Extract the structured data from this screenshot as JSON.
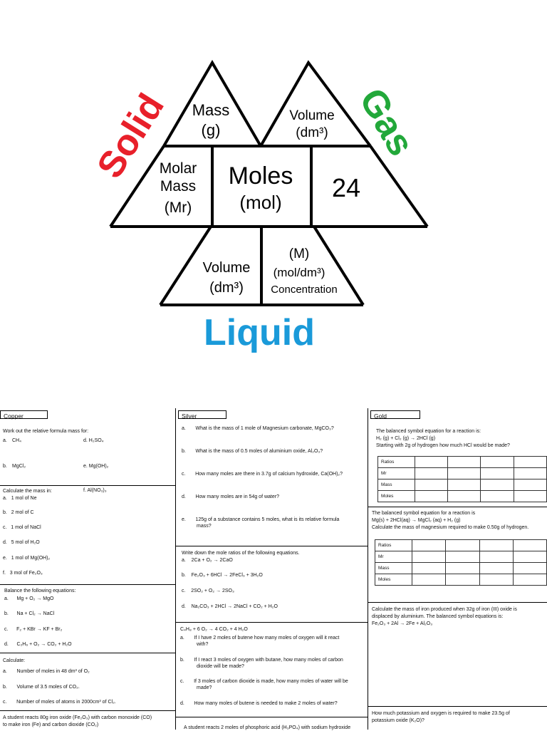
{
  "triangle": {
    "solid": "Solid",
    "gas": "Gas",
    "liquid": "Liquid",
    "mass": "Mass",
    "mass_unit": "(g)",
    "vol_gas": "Volume",
    "vol_gas_unit": "(dm³)",
    "molar1": "Molar",
    "molar2": "Mass",
    "molar3": "(Mr)",
    "moles": "Moles",
    "moles_unit": "(mol)",
    "twentyfour": "24",
    "vol_liq": "Volume",
    "vol_liq_unit": "(dm³)",
    "conc_m": "(M)",
    "conc_unit": "(mol/dm³)",
    "conc_label": "Concentration",
    "colors": {
      "solid": "#e8202a",
      "gas": "#22a83a",
      "liquid": "#1a9ad9"
    }
  },
  "copper": {
    "title": "Copper",
    "rfm_intro": "Work out the relative formula mass for:",
    "rfm": [
      {
        "letter": "a.",
        "text": "CH₄"
      },
      {
        "letter": "d.",
        "text": "H₂SO₄"
      },
      {
        "letter": "b.",
        "text": "MgCl₂"
      },
      {
        "letter": "e.",
        "text": "Mg(OH)₂"
      },
      {
        "letter": "f.",
        "text": "Al(NO₃)₃"
      }
    ],
    "mass_intro": "Calculate the mass in:",
    "mass_items": [
      {
        "letter": "a.",
        "text": "1 mol of Ne"
      },
      {
        "letter": "b.",
        "text": "2 mol of C"
      },
      {
        "letter": "c.",
        "text": "1 mol of NaCl"
      },
      {
        "letter": "d.",
        "text": "5 mol of H₂O"
      },
      {
        "letter": "e.",
        "text": "1 mol of Mg(OH)₂"
      },
      {
        "letter": "f.",
        "text": "3 mol of Fe₂O₃"
      }
    ],
    "balance_intro": "Balance the following equations:",
    "balance_items": [
      {
        "letter": "a.",
        "text": "Mg + O₂ → MgO"
      },
      {
        "letter": "b.",
        "text": "Na + Cl₂ → NaCl"
      },
      {
        "letter": "c.",
        "text": "F₂ + KBr → KF + Br₂"
      },
      {
        "letter": "d.",
        "text": "C₂H₆ + O₂ → CO₂ + H₂O"
      }
    ],
    "calc_intro": "Calculate:",
    "calc_items": [
      {
        "letter": "a.",
        "text": "Number of moles in 48 dm³ of O₂"
      },
      {
        "letter": "b.",
        "text": "Volume of 3.5 moles of CO₂."
      },
      {
        "letter": "c.",
        "text": "Number of moles of atoms in 2000cm³ of Cl₂."
      }
    ],
    "student1": "A student reacts 80g iron oxide (Fe₂O₃) with carbon monoxide (CO)",
    "student2": "to make iron (Fe) and carbon dioxide (CO₂)"
  },
  "silver": {
    "title": "Silver",
    "q": [
      {
        "letter": "a.",
        "text": "What is the mass of 1 mole of Magnesium carbonate, MgCO₃?"
      },
      {
        "letter": "b.",
        "text": "What is the mass of 0.5 moles of aluminium oxide, Al₂O₃?"
      },
      {
        "letter": "c.",
        "text": "How many moles are there in 3.7g of calcium hydroxide, Ca(OH)₂?"
      },
      {
        "letter": "d.",
        "text": "How many moles are in 54g of water?"
      },
      {
        "letter": "e.",
        "text": "125g of a substance contains 5 moles, what is its relative formula"
      }
    ],
    "q_e2": "mass?",
    "ratio_intro": "Write down the mole ratios of the following equations.",
    "ratio_items": [
      {
        "letter": "a.",
        "text": "2Ca + O₂ → 2CaO"
      },
      {
        "letter": "b.",
        "text": "Fe₂O₃ + 6HCl → 2FeCl₃ + 3H₂O"
      },
      {
        "letter": "c.",
        "text": "2SO₂ + O₂ → 2SO₃"
      },
      {
        "letter": "d.",
        "text": "Na₂CO₃ + 2HCl → 2NaCl + CO₂ + H₂O"
      }
    ],
    "butene_eq": "C₄H₈ + 6 O₂ → 4 CO₂ + 4 H₂O",
    "butene": [
      {
        "letter": "a.",
        "l1": "If I have 2 moles of butene how many moles of oxygen will it react",
        "l2": "with?"
      },
      {
        "letter": "b.",
        "l1": "If I react 3 moles of oxygen with butane, how many moles of carbon",
        "l2": "dioxide will be made?"
      },
      {
        "letter": "c.",
        "l1": "If 3 moles of carbon dioxide is made, how many moles of water will be",
        "l2": "made?"
      },
      {
        "letter": "d.",
        "l1": "How many moles of butene is needed to make 2 moles of water?",
        "l2": ""
      }
    ],
    "last": "A student reacts 2 moles of phosphoric acid (H₃PO₄) with sodium hydroxide"
  },
  "gold": {
    "title": "Gold",
    "p1_l1": "The balanced symbol equation for a reaction is:",
    "p1_l2": "H₂ (g) + Cl₂ (g) → 2HCl (g)",
    "p1_l3": "Starting with 2g of hydrogen how much HCl would be made?",
    "table_rows": [
      "Ratios",
      "Mr",
      "Mass",
      "Moles"
    ],
    "p2_l1": "The balanced symbol equation for a reaction is",
    "p2_l2": "Mg(s) + 2HCl(aq) → MgCl₂ (aq) + H₂ (g)",
    "p2_l3": "Calculate the mass of magnesium required to make 0.50g of hydrogen.",
    "p3_l1": "Calculate the mass of iron produced when 32g of iron (III) oxide is",
    "p3_l2": "displaced by aluminium. The balanced symbol equations is:",
    "p3_l3": "Fe₂O₃ + 2Al → 2Fe + Al₂O₃",
    "p4_l1": "How much potassium and oxygen is required to make 23.5g of",
    "p4_l2": "potassium oxide (K₂O)?"
  }
}
